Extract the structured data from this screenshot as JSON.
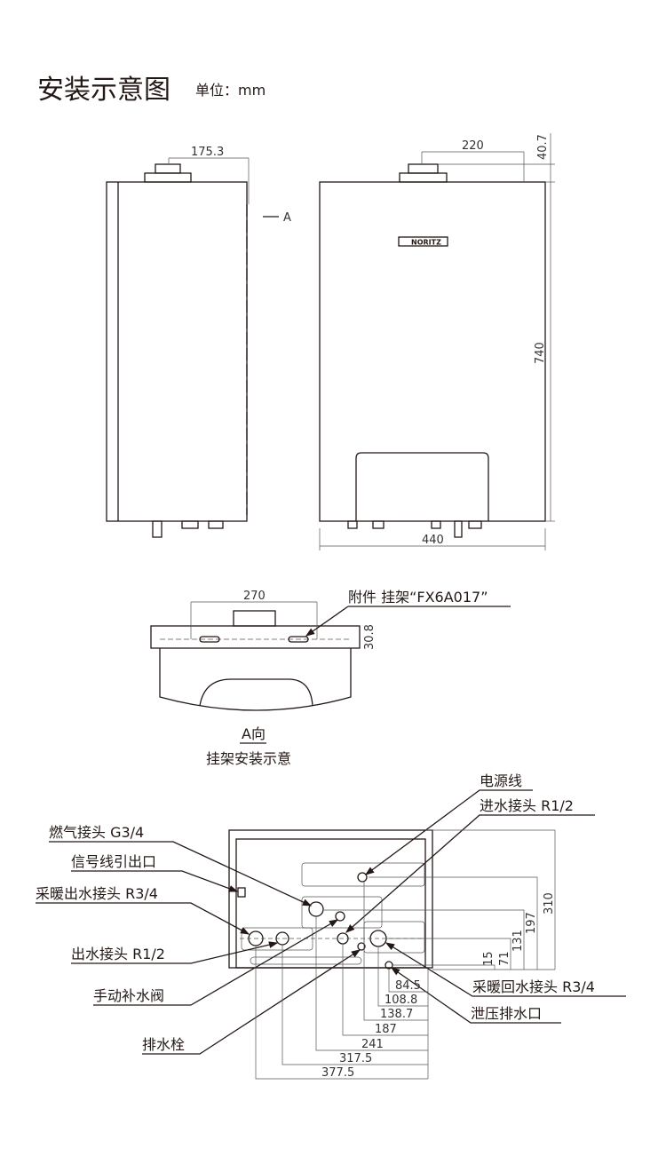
{
  "header": {
    "title": "安装示意图",
    "unit": "单位：mm"
  },
  "side_view": {
    "dim_flue": "175.3",
    "arrow_label": "A"
  },
  "front_view": {
    "dim_flue": "220",
    "dim_top": "40.7",
    "dim_height": "740",
    "dim_width": "440",
    "logo": "NORITZ"
  },
  "bracket_view": {
    "dim_width": "270",
    "dim_height": "30.8",
    "accessory_label": "附件 挂架“FX6A017”",
    "view_label": "A向",
    "caption": "挂架安装示意"
  },
  "bottom_view": {
    "labels": {
      "power": "电源线",
      "water_in": "进水接头 R1/2",
      "gas": "燃气接头 G3/4",
      "signal": "信号线引出口",
      "heat_out": "采暖出水接头 R3/4",
      "water_out": "出水接头 R1/2",
      "refill_valve": "手动补水阀",
      "drain_plug": "排水栓",
      "heat_return": "采暖回水接头 R3/4",
      "relief_drain": "泄压排水口"
    },
    "h_dims": [
      "84.5",
      "108.8",
      "138.7",
      "187",
      "241",
      "317.5",
      "377.5"
    ],
    "v_dims": [
      "15",
      "71",
      "131",
      "197",
      "310"
    ]
  }
}
